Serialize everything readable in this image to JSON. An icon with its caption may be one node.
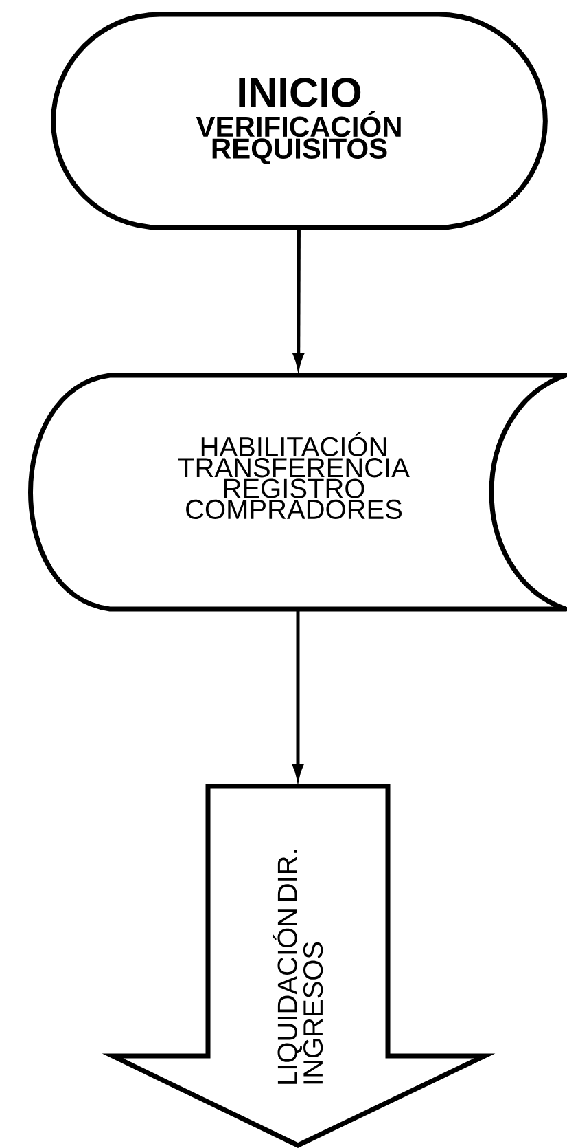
{
  "diagram": {
    "nodes": [
      {
        "text": [
          "INICIO",
          "VERIFICACIÓN REQUISITOS"
        ]
      },
      {
        "text": [
          "HABILITACIÓN TRANSFERENCIA REGISTRO COMPRADORES"
        ]
      },
      {
        "text": [
          "LIQUIDACIÓN DIR. INGRESOS"
        ]
      }
    ],
    "edges": [
      {
        "from": 0,
        "to": 1,
        "arrow": "to"
      },
      {
        "from": 1,
        "to": 2,
        "arrow": "to"
      }
    ]
  }
}
